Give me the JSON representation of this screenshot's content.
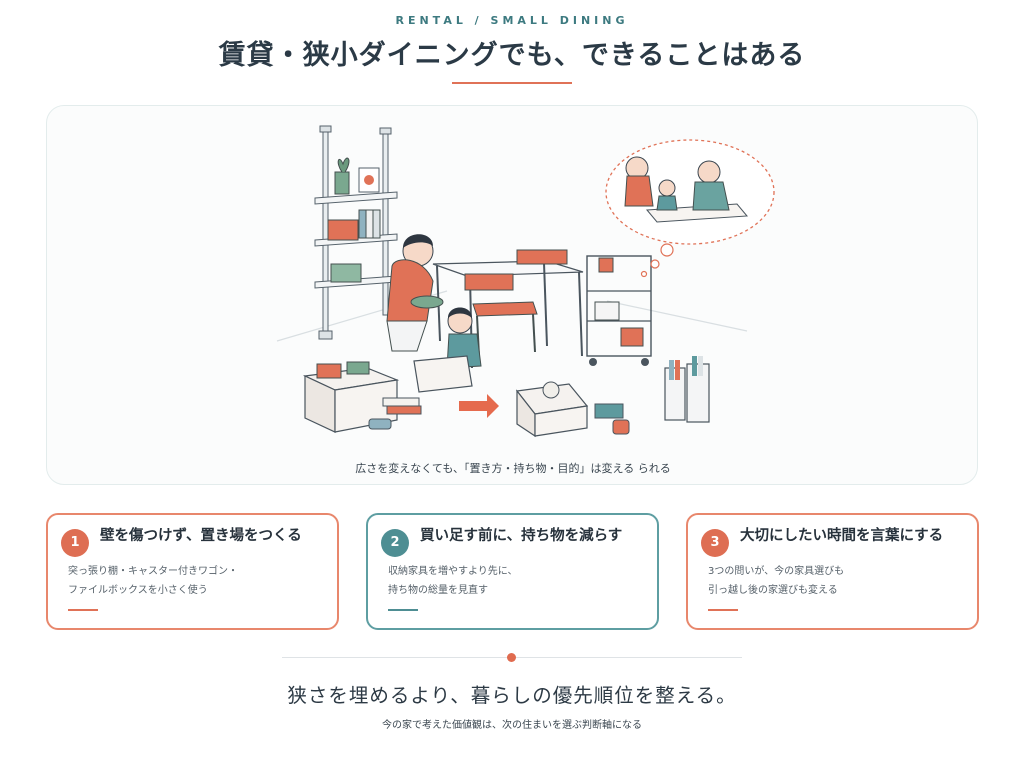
{
  "header": {
    "eyebrow": "RENTAL / SMALL DINING",
    "title": "賃貸・狭小ダイニングでも、できることはある"
  },
  "hero": {
    "caption": "広さを変えなくても、「置き方・持ち物・目的」は変える られる",
    "illustration": "illustration of a parent and child tidying boxes next to a small dining table, tension-pole shelf, caster wagon, file boxes and a thought bubble of a family eating together"
  },
  "cards": [
    {
      "number": "1",
      "title": "壁を傷つけず、置き場をつくる",
      "lines": [
        "突っ張り棚・キャスター付きワゴン・",
        "ファイルボックスを小さく使う"
      ],
      "accent": "#e07257"
    },
    {
      "number": "2",
      "title": "買い足す前に、持ち物を減らす",
      "lines": [
        "収納家具を増やすより先に、",
        "持ち物の総量を見直す"
      ],
      "accent": "#4e8e93"
    },
    {
      "number": "3",
      "title": "大切にしたい時間を言葉にする",
      "lines": [
        "3つの問いが、今の家具選びも",
        "引っ越し後の家選びも変える"
      ],
      "accent": "#e07257"
    }
  ],
  "closing": {
    "headline": "狭さを埋めるより、暮らしの優先順位を整える。",
    "sub": "今の家で考えた価値観は、次の住まいを選ぶ判断軸になる"
  },
  "colors": {
    "accent_orange": "#e07257",
    "accent_teal": "#4e8e93",
    "text_dark": "#2b3a46"
  }
}
